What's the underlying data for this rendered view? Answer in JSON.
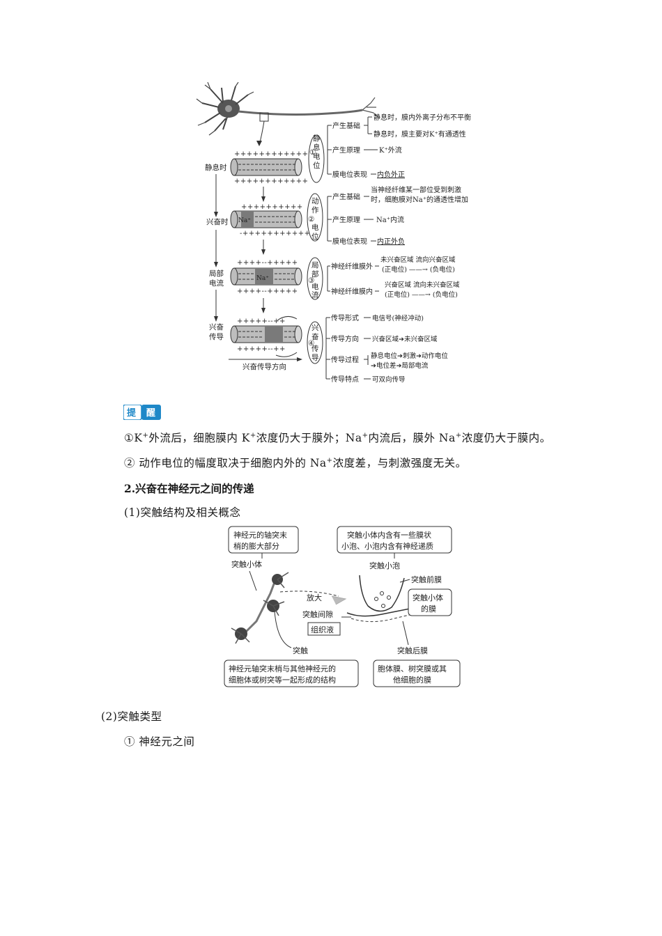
{
  "fig1": {
    "states": [
      "静息时",
      "兴奋时",
      "局部电流",
      "兴奋传导"
    ],
    "state_local_line1": "局部",
    "state_local_line2": "电流",
    "state_cond_line1": "兴奋",
    "state_cond_line2": "传导",
    "direction_label": "兴奋传导方向",
    "na": "Na⁺",
    "c1": {
      "num": "①",
      "title": [
        "静",
        "息",
        "电",
        "位"
      ],
      "basis_label": "产生基础",
      "basis_a": "静息时，膜内外离子分布不平衡",
      "basis_b": "静息时，膜主要对K⁺有通透性",
      "principle_label": "产生原理",
      "principle": "K⁺外流",
      "perf_label": "膜电位表现",
      "perf": "内负外正"
    },
    "c2": {
      "num": "②",
      "title": [
        "动",
        "作",
        "电",
        "位"
      ],
      "basis_label": "产生基础",
      "basis_a": "当神经纤维某一部位受到刺激",
      "basis_b": "时，细胞膜对Na⁺的通透性增加",
      "principle_label": "产生原理",
      "principle": "Na⁺内流",
      "perf_label": "膜电位表现",
      "perf": "内正外负"
    },
    "c3": {
      "num": "③",
      "title": [
        "局",
        "部",
        "电",
        "流"
      ],
      "outer_label": "神经纤维膜外",
      "outer_top": "未兴奋区域  流向兴奋区域",
      "outer_bottom": "(正电位) ——→ (负电位)",
      "inner_label": "神经纤维膜内",
      "inner_top": "兴奋区域  流向未兴奋区域",
      "inner_bottom": "(正电位) ——→ (负电位)"
    },
    "c4": {
      "num": "④",
      "title": [
        "兴",
        "奋",
        "传",
        "导"
      ],
      "form_label": "传导形式",
      "form": "电信号(神经冲动)",
      "dir_label": "传导方向",
      "dir": "兴奋区域➔未兴奋区域",
      "proc_label": "传导过程",
      "proc_a": "静息电位➔刺激➔动作电位",
      "proc_b": "➔电位差➔局部电流",
      "feat_label": "传导特点",
      "feat": "可双向传导"
    }
  },
  "reminder": {
    "badge_left": "提",
    "badge_right": "醒",
    "line1_a": "①K",
    "line1_b": "外流后，细胞膜内 K",
    "line1_c": "浓度仍大于膜外；Na",
    "line1_d": "内流后，膜外 Na",
    "line1_e": "浓度仍大于膜内。",
    "line2_a": "② 动作电位的幅度取决于细胞内外的 Na",
    "line2_b": "浓度差，与刺激强度无关。",
    "sup": "+"
  },
  "section2": {
    "heading": "2.兴奋在神经元之间的传递",
    "sub1": "(1)突触结构及相关概念",
    "sub2": "(2)突触类型",
    "item1": "① 神经元之间"
  },
  "fig2": {
    "box_tl_1": "神经元的轴突末",
    "box_tl_2": "梢的膨大部分",
    "box_tr_1": "突触小体内含有一些膜状",
    "box_tr_2": "小泡、小泡内含有神经递质",
    "label_body": "突触小体",
    "label_vesicle": "突触小泡",
    "label_pre": "突触前膜",
    "box_pre_1": "突触小体",
    "box_pre_2": "的膜",
    "label_zoom": "放大",
    "label_cleft": "突触间隙",
    "box_fluid": "组织液",
    "label_synapse": "突触",
    "label_post": "突触后膜",
    "box_bl_1": "神经元轴突末梢与其他神经元的",
    "box_bl_2": "细胞体或树突等一起形成的结构",
    "box_br_1": "胞体膜、树突膜或其",
    "box_br_2": "他细胞的膜"
  }
}
